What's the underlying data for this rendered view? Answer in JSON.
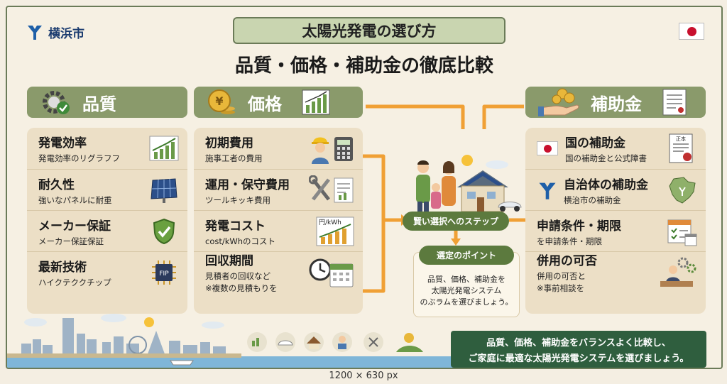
{
  "header": {
    "city_name": "横浜市",
    "banner_title": "太陽光発電の選び方",
    "subtitle": "品質・価格・補助金の徹底比較"
  },
  "columns": {
    "quality": {
      "title": "品質",
      "items": [
        {
          "title": "発電効率",
          "desc": "発電効率のリグラフフ",
          "icon": "line-chart-icon"
        },
        {
          "title": "耐久性",
          "desc": "強いなパネルに耐重",
          "icon": "solar-panel-icon"
        },
        {
          "title": "メーカー保証",
          "desc": "メーカー保証保証",
          "icon": "shield-check-icon"
        },
        {
          "title": "最新技術",
          "desc": "ハイクテククチップ",
          "icon": "chip-icon",
          "chip_label": "FIP"
        }
      ]
    },
    "price": {
      "title": "価格",
      "items": [
        {
          "title": "初期費用",
          "desc": "施事工者の費用",
          "icon": "worker-calculator-icon"
        },
        {
          "title": "運用・保守費用",
          "desc": "ツールキッキ費用",
          "icon": "tools-icon"
        },
        {
          "title": "発電コスト",
          "desc": "cost/kWhのコスト",
          "icon": "cost-chart-icon",
          "chart_label": "円/kWh"
        },
        {
          "title": "回収期間",
          "desc": "見積者の回収など",
          "desc2": "※複数の見積もりを",
          "icon": "clock-calendar-icon"
        }
      ]
    },
    "subsidy": {
      "title": "補助金",
      "items": [
        {
          "title": "国の補助金",
          "desc": "国の補助金と公式障書",
          "icon": "document-stamp-icon",
          "doc_label": "正本"
        },
        {
          "title": "自治体の補助金",
          "desc": "横治市の補助金",
          "icon": "map-icon"
        },
        {
          "title": "申請条件・期限",
          "desc": "を申請条件・期限",
          "icon": "calendar-checklist-icon"
        },
        {
          "title": "併用の可否",
          "desc": "併用の可否と",
          "desc2": "※事前相談を",
          "icon": "consultation-icon"
        }
      ]
    }
  },
  "center": {
    "step_label": "賢い選択へのステップ",
    "point_title": "選定のポイント",
    "point_lines": [
      "品質、価格、補助金を",
      "太陽光発電システム",
      "のぶラムを選びましょう。"
    ]
  },
  "footer": {
    "line1": "品質、価格、補助金をバランスよく比較し、",
    "line2": "ご家庭に最適な太陽光発電システムを選びましょう。"
  },
  "caption": "1200 × 630 px",
  "colors": {
    "green_header": "#8a9a6b",
    "panel": "#ecdfc6",
    "arrow": "#f0a035",
    "footer": "#2f5e3e",
    "banner": "#c9d5b0"
  }
}
